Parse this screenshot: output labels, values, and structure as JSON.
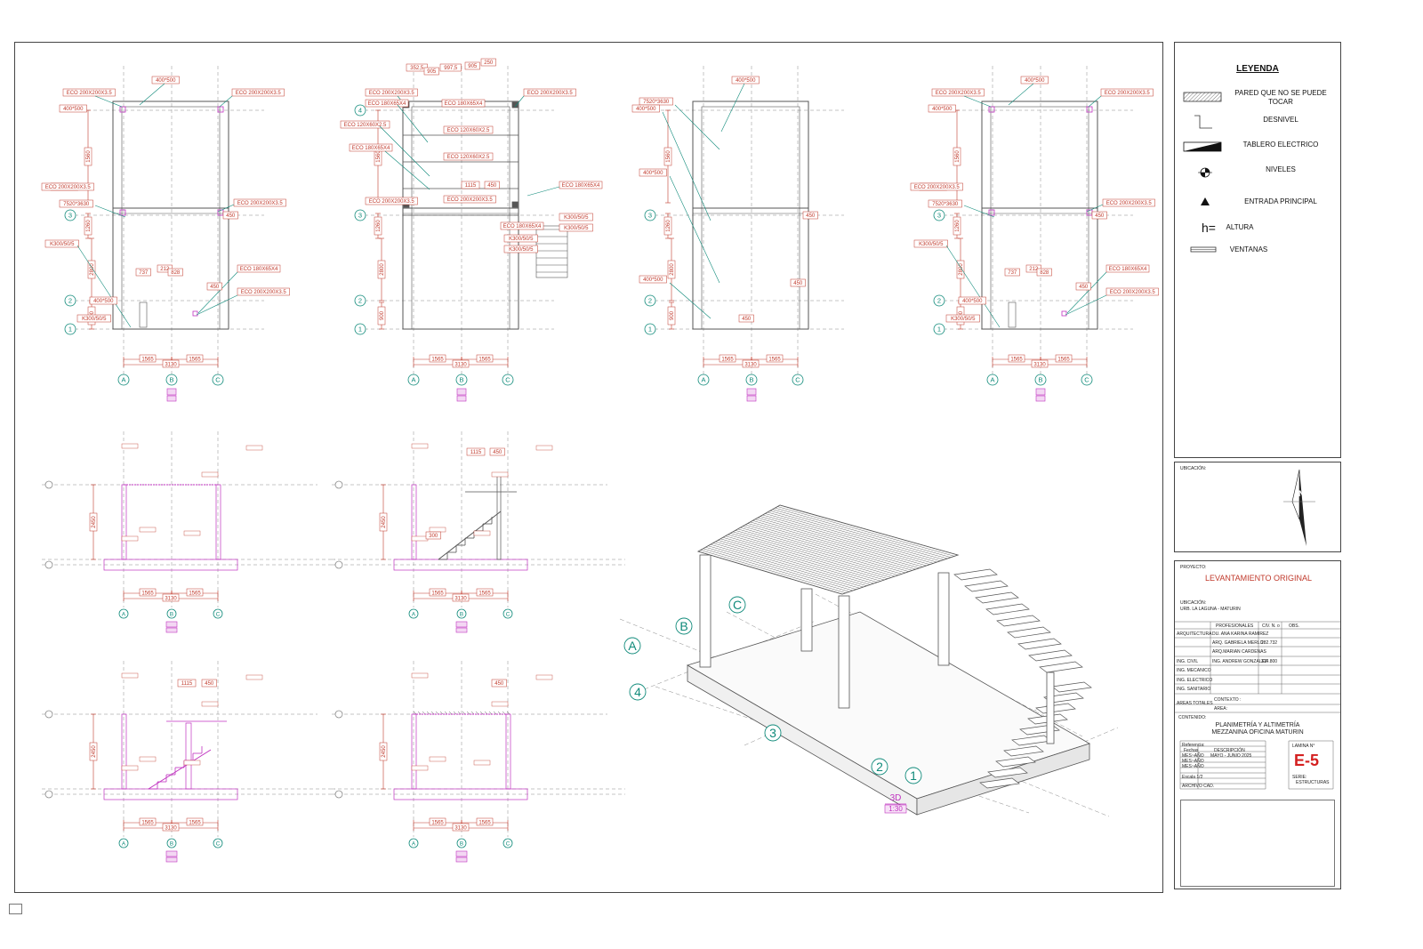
{
  "legend": {
    "title": "LEYENDA",
    "items": [
      {
        "id": "wall",
        "label": "PARED QUE NO SE PUEDE TOCAR",
        "icon": "hatch-icon"
      },
      {
        "id": "level-change",
        "label": "DESNIVEL",
        "icon": "step-icon"
      },
      {
        "id": "panel",
        "label": "TABLERO ELECTRICO",
        "icon": "wedge-icon"
      },
      {
        "id": "levels",
        "label": "NIVELES",
        "icon": "level-marker-icon"
      },
      {
        "id": "entrance",
        "label": "ENTRADA PRINCIPAL",
        "icon": "triangle-icon"
      },
      {
        "id": "height",
        "label": "ALTURA",
        "symbol": "h="
      },
      {
        "id": "windows",
        "label": "VENTANAS",
        "icon": "window-lines-icon"
      }
    ]
  },
  "location": {
    "label": "UBICACIÓN:"
  },
  "title_block": {
    "project_label": "PROYECTO:",
    "project_title": "LEVANTAMIENTO ORIGINAL",
    "location_label": "UBICACIÓN:",
    "location_value": "URB. LA LAGUNA  -  MATURIN",
    "header_professionals": "PROFESIONALES",
    "header_civ": "CIV. N.  o",
    "header_obs": "OBS.",
    "rows": [
      {
        "role": "ARQUITECTURA",
        "name": "DU. ANA KARINA RAMIREZ",
        "civ": ""
      },
      {
        "role": "",
        "name": "ARQ. GABRIELA MERLO",
        "civ": "282.732"
      },
      {
        "role": "",
        "name": "ARQ.MARIAN CARDENAS",
        "civ": ""
      },
      {
        "role": "ING. CIVIL",
        "name": "ING. ANDREW GONZALEZ",
        "civ": "314.800"
      },
      {
        "role": "ING. MECANICO",
        "name": "",
        "civ": ""
      },
      {
        "role": "ING. ELECTRICO",
        "name": "",
        "civ": ""
      },
      {
        "role": "ING. SANITARIO",
        "name": "",
        "civ": ""
      }
    ],
    "areas_label": "AREAS TOTALES",
    "context_label": "CONTEXTO :",
    "area_label": "AREA:",
    "content_label": "CONTENIDO:",
    "content_line1": "PLANIMETRÍA Y ALTIMETRÍA",
    "content_line2": "MEZZANINA OFICINA MATURIN",
    "ref_label": "Referencia:",
    "dates_label": "Fechas",
    "desc_label": "DESCRIPCIÓN",
    "mes_ano_1": "MES~AÑO",
    "date_value": "MAYO  -  JUNIO  2025",
    "mes_ano_2": "MES~AÑO",
    "mes_ano_3": "MES~AÑO",
    "scale_label": "Escala  1/2",
    "file_label": "ARCHIVO   CAD.",
    "sheet_label": "LAMINA  N°",
    "sheet_number": "E-5",
    "series_label": "SERIE:",
    "series_value": "ESTRUCTURAS"
  },
  "plans": {
    "axis_letters": [
      "A",
      "B",
      "C"
    ],
    "axis_numbers": [
      "1",
      "2",
      "3",
      "4"
    ],
    "dim_left": "1565",
    "dim_right": "1565",
    "dim_total": "3130",
    "dims_vertical": [
      "1560",
      "1260",
      "2800",
      "900"
    ],
    "labels": {
      "eco200": "ECO 200X200X3.5",
      "eco180": "ECO 180X65X4",
      "eco120": "ECO 120X60X2.5",
      "r400": "400*500",
      "r7520": "7520*3630",
      "k300": "K300/50/5",
      "v450": "450",
      "v737": "737",
      "v828": "828",
      "v212": "212",
      "v1115": "1115",
      "v997": "997,5",
      "v352": "352,5",
      "v905": "905",
      "v250": "250"
    }
  },
  "sections": {
    "dim_left": "1565",
    "dim_right": "1565",
    "dim_total": "3130",
    "height": "2450",
    "v300": "300",
    "v1115": "1115",
    "v450": "450"
  },
  "axon": {
    "grid_labels": [
      "A",
      "B",
      "C",
      "1",
      "2",
      "3",
      "4"
    ],
    "view_label": "3D",
    "scale": "1:30"
  },
  "colors": {
    "frame": "#444444",
    "structure": "#555555",
    "dimension": "#c0392b",
    "annotation": "#0f8a7a",
    "highlight": "#c032c0",
    "grid": "#8a8a8a"
  }
}
